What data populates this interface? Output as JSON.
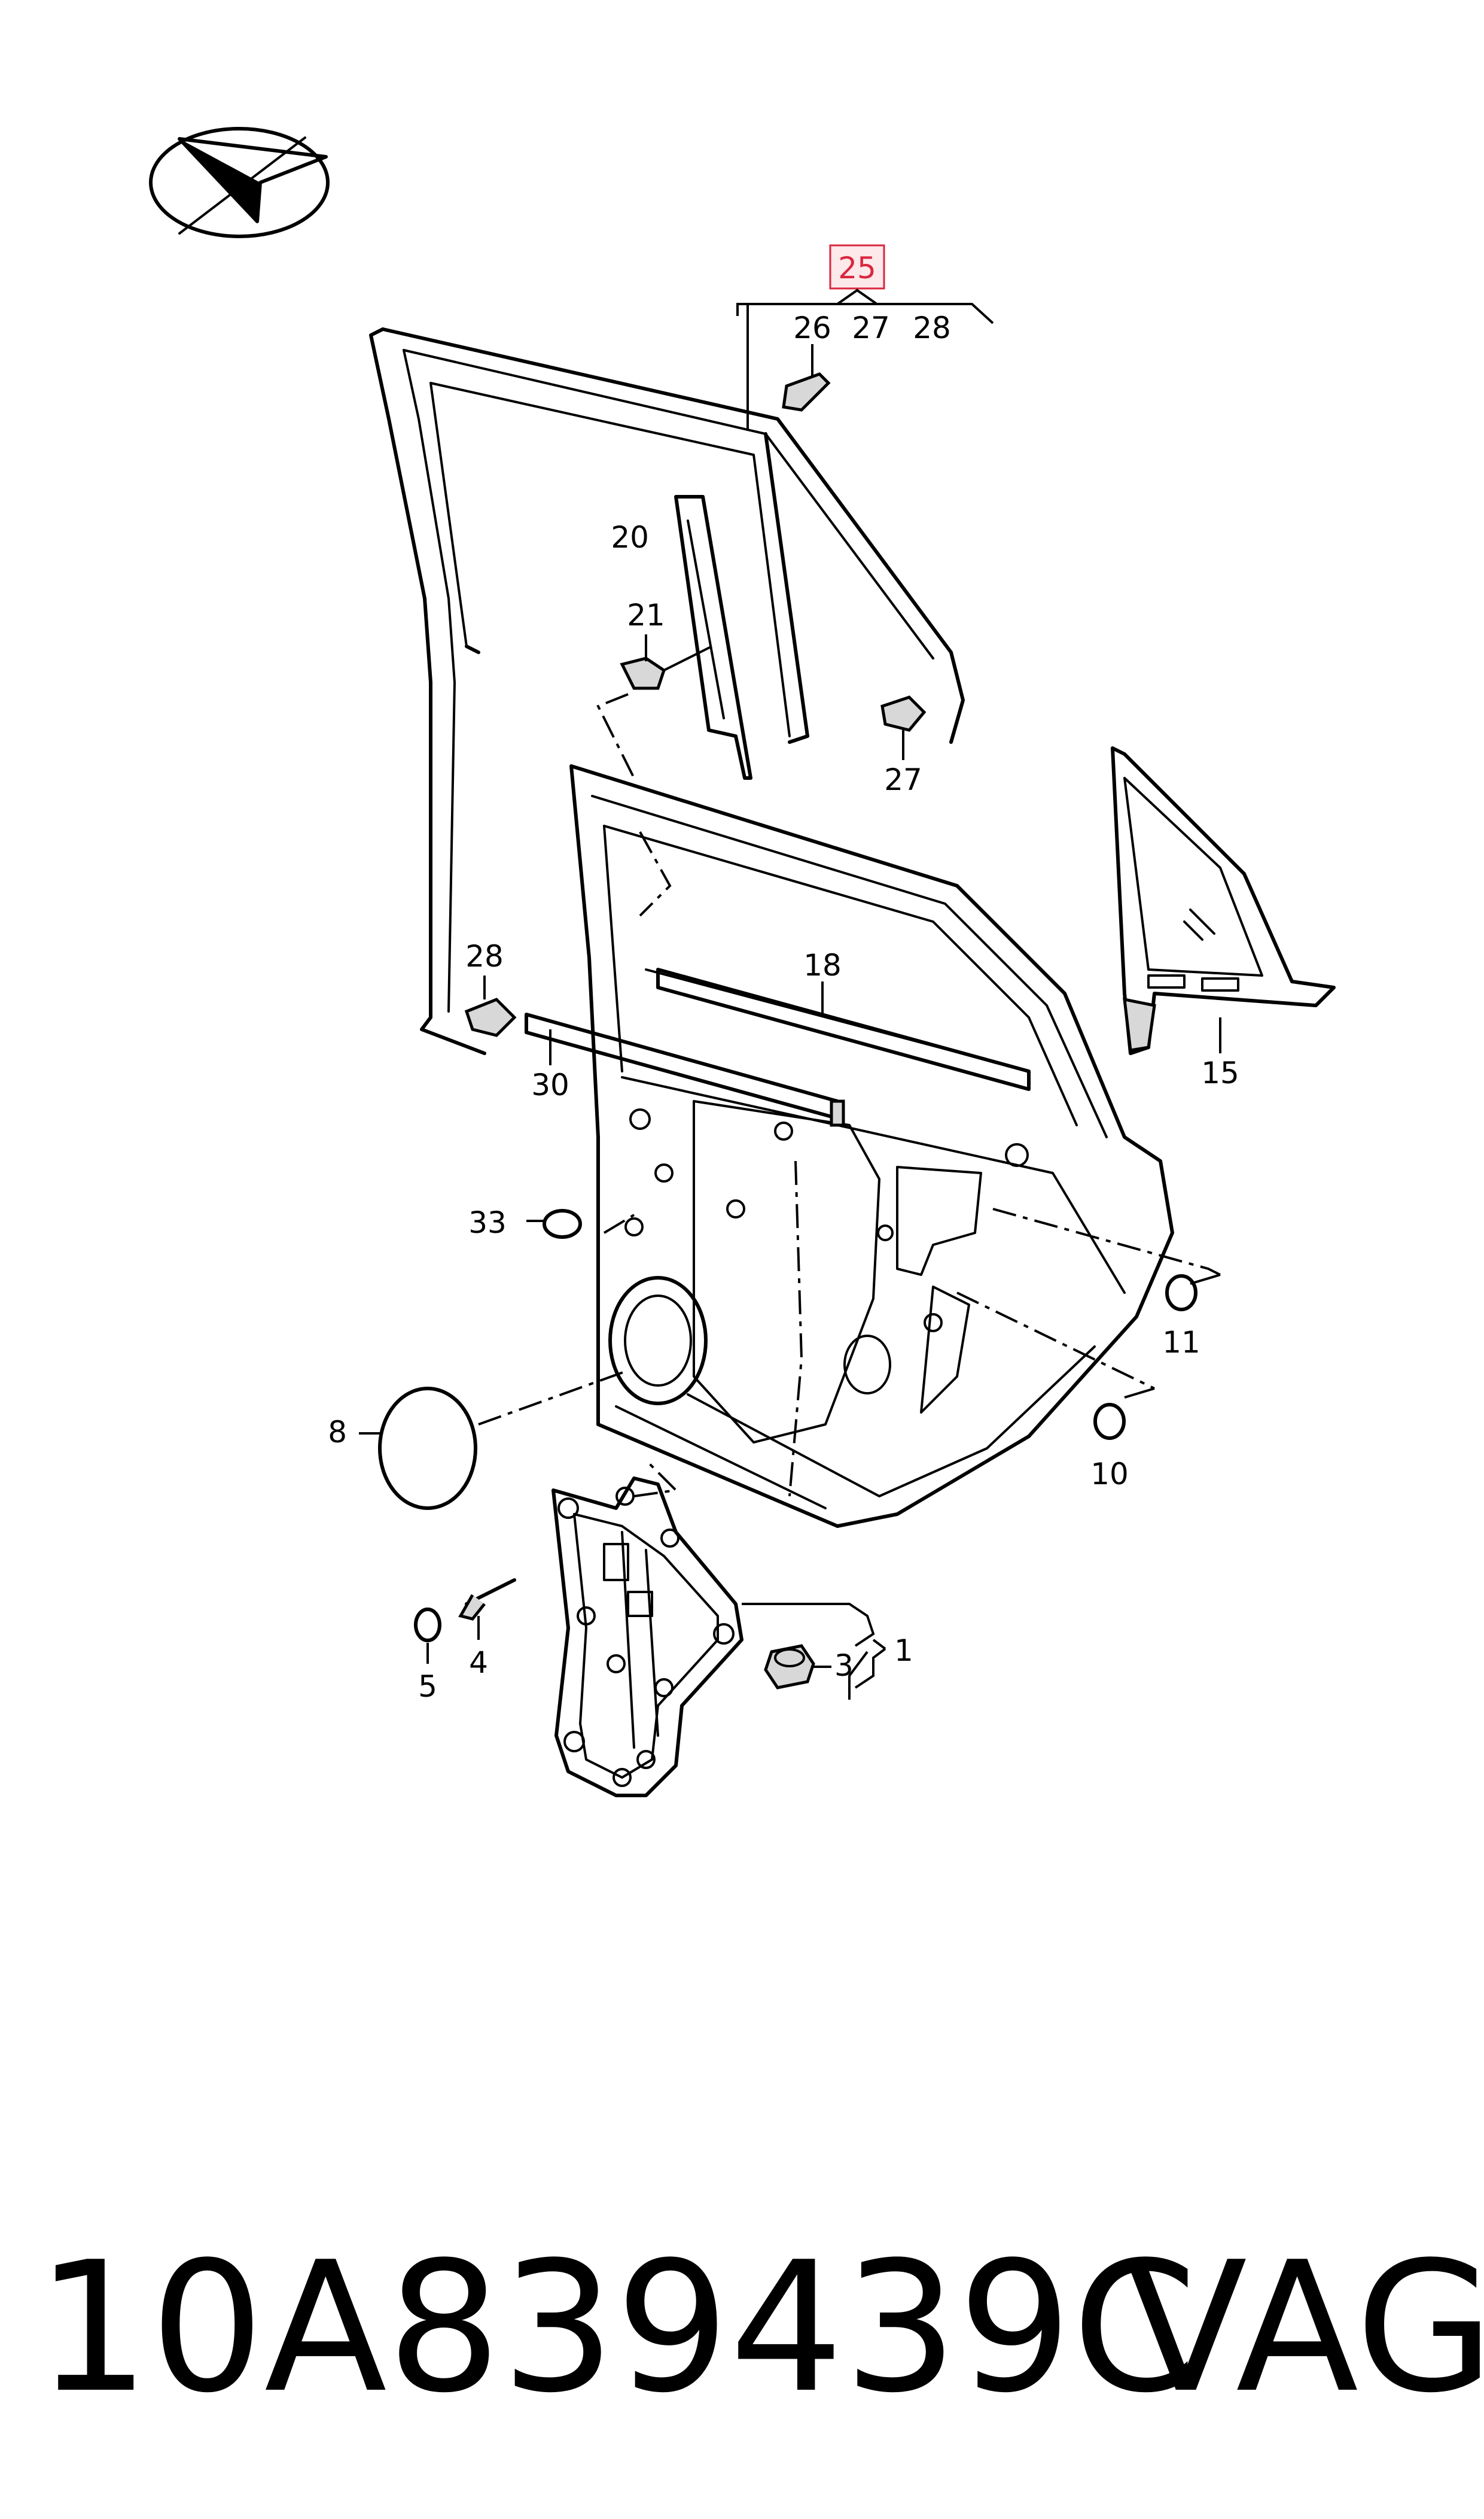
{
  "callouts": {
    "c25": "25",
    "c26": "26",
    "c27a": "27",
    "c28a": "28",
    "c20": "20",
    "c21": "21",
    "c27b": "27",
    "c28b": "28",
    "c18": "18",
    "c15": "15",
    "c30": "30",
    "c33": "33",
    "c11": "11",
    "c8": "8",
    "c10": "10",
    "c1": "1",
    "c3": "3",
    "c4": "4",
    "c5": "5"
  },
  "footer": {
    "part_number": "10A839439C",
    "brand": "VAG"
  },
  "colors": {
    "highlight": "#d9273e",
    "highlight_fill": "#fde8ea"
  }
}
